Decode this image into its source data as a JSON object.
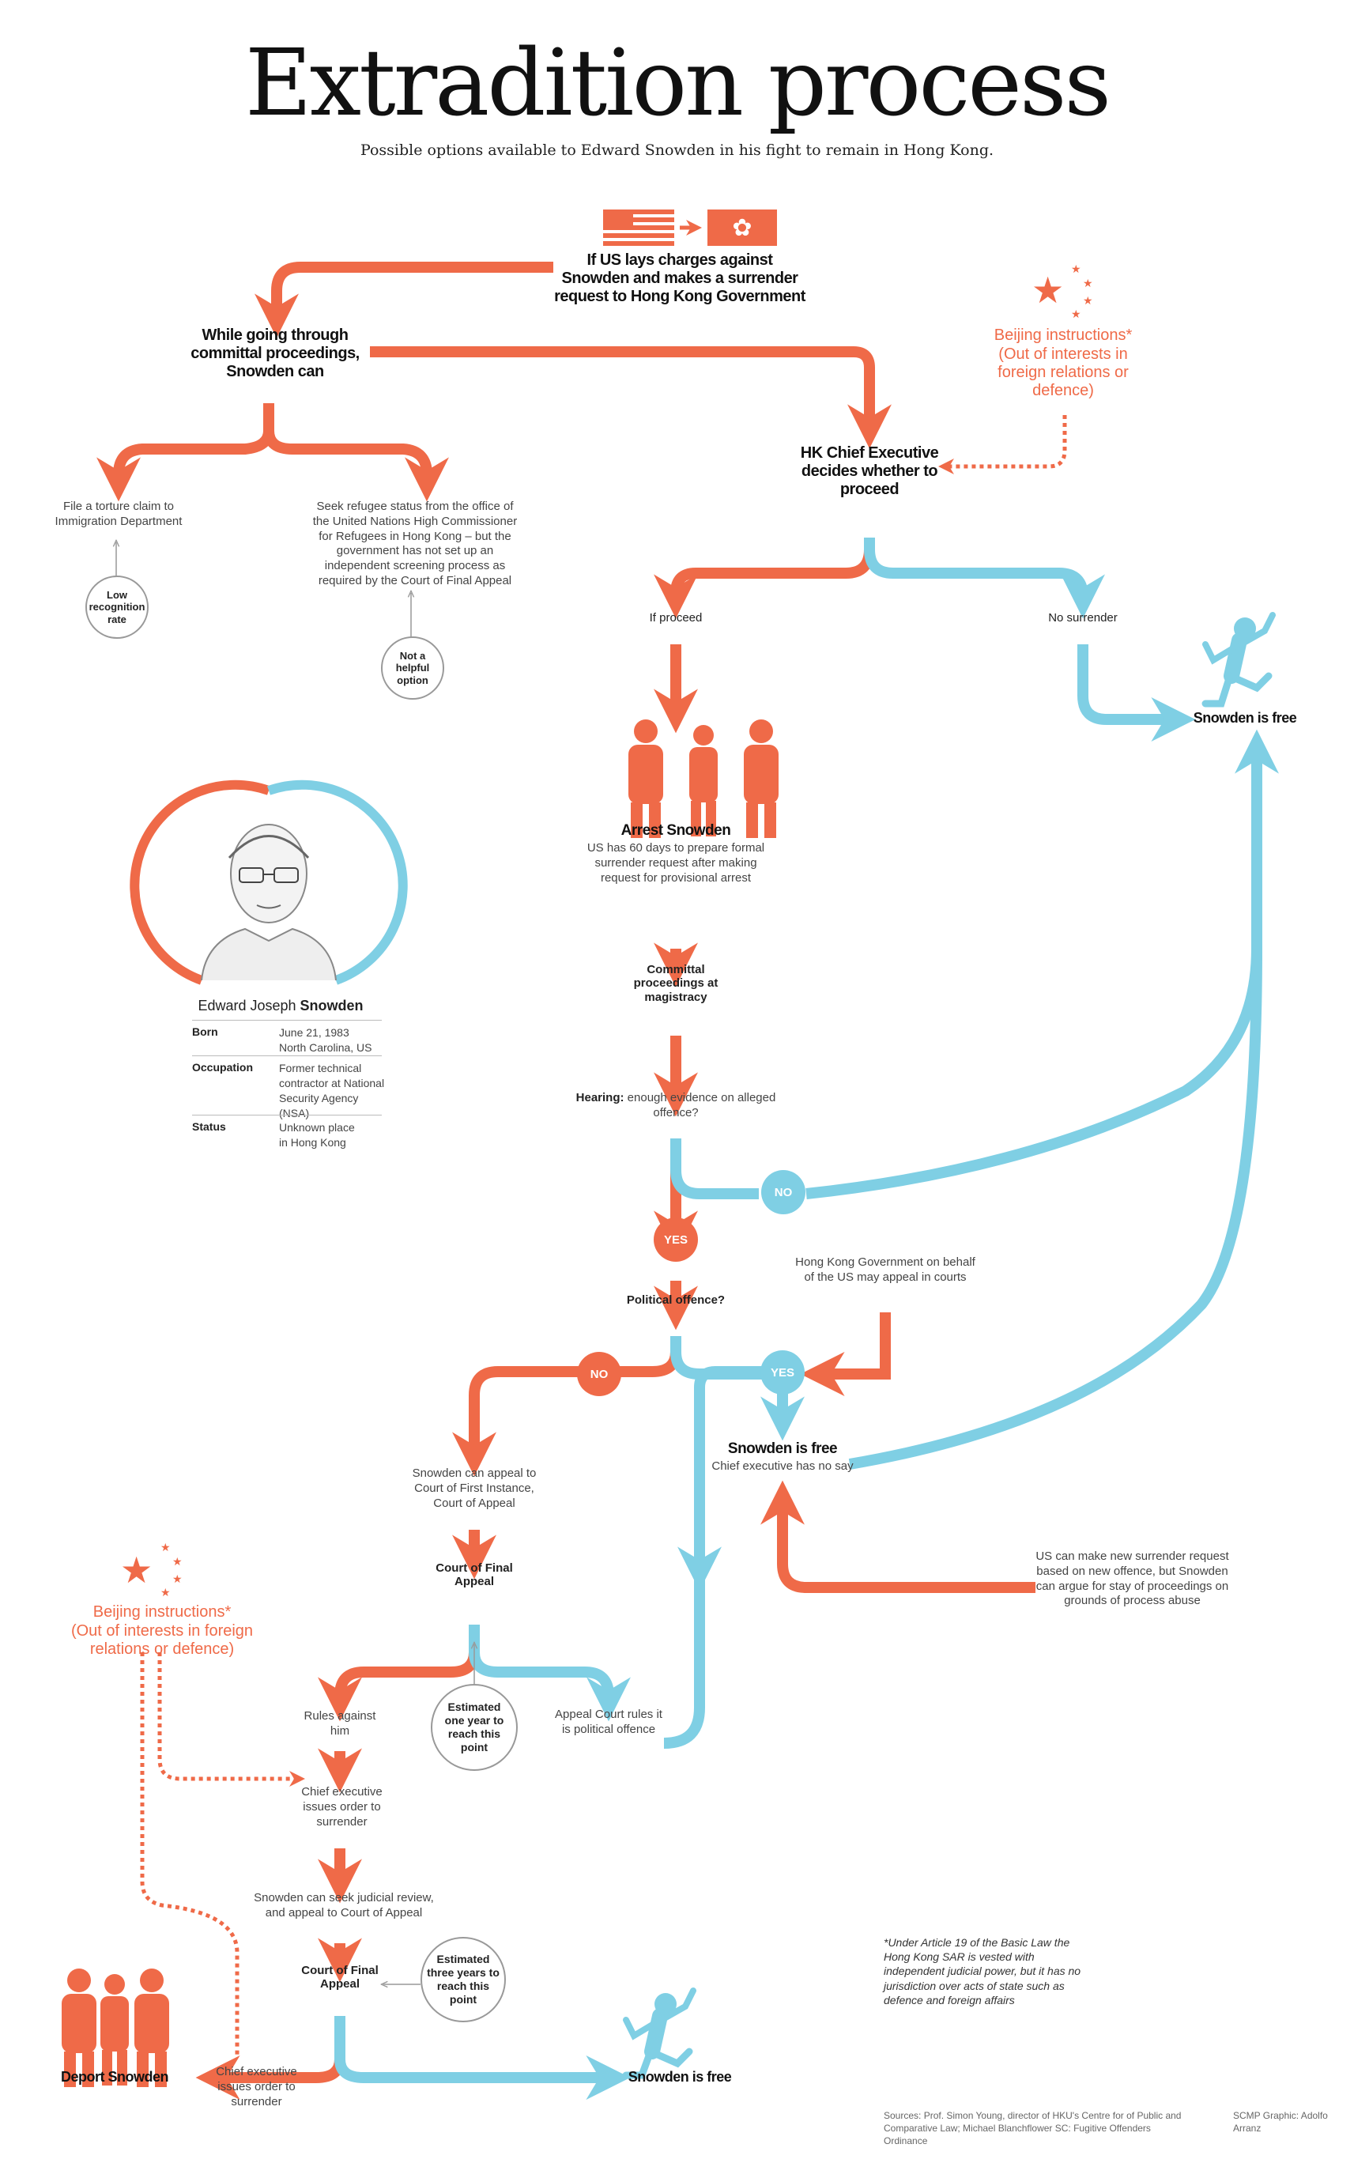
{
  "title": "Extradition process",
  "subtitle": "Possible options available to Edward Snowden in his fight to remain in Hong Kong.",
  "colors": {
    "orange": "#ef6a48",
    "blue": "#7fcfe4",
    "grey": "#999999"
  },
  "nodes": {
    "us_request": "If US lays charges against Snowden and makes a surrender request to Hong Kong Government",
    "committal_options": "While going through committal proceedings, Snowden can",
    "torture_claim": "File a torture claim to Immigration Department",
    "torture_note": "Low recognition rate",
    "refugee_status": "Seek refugee status from the office of the United Nations High Commissioner for Refugees in Hong Kong – but the government has not set up an independent screening process as required by the Court of Final Appeal",
    "refugee_note": "Not a helpful option",
    "beijing_top_title": "Beijing instructions*",
    "beijing_top_sub": "(Out of interests in foreign relations or defence)",
    "chief_exec": "HK Chief Executive decides whether to proceed",
    "if_proceed": "If proceed",
    "no_surrender": "No surrender",
    "free_top": "Snowden is free",
    "arrest_title": "Arrest Snowden",
    "arrest_sub": "US has 60 days to prepare formal surrender request after making request for provisional arrest",
    "committal_mag": "Committal proceedings at magistracy",
    "hearing_bold": "Hearing:",
    "hearing_rest": "enough evidence on alleged offence?",
    "badge_no": "NO",
    "badge_yes": "YES",
    "political": "Political offence?",
    "hk_appeal": "Hong Kong Government on behalf of the US may appeal in courts",
    "free_mid": "Snowden is free",
    "free_mid_sub": "Chief executive has no say",
    "us_new_request": "US can make new surrender request based on new offence, but Snowden can argue for stay of proceedings on grounds of process abuse",
    "appeal_first": "Snowden can appeal to Court of First Instance, Court of Appeal",
    "cfa_1": "Court of Final Appeal",
    "beijing_left_title": "Beijing instructions*",
    "beijing_left_sub": "(Out of interests in foreign relations or defence)",
    "rules_against": "Rules against him",
    "est_one_year": "Estimated one year to reach this point",
    "appeal_court_rules": "Appeal Court rules it is political offence",
    "chief_order_1": "Chief executive issues order to surrender",
    "judicial_review": "Snowden can seek judicial review, and appeal to Court of Appeal",
    "cfa_2": "Court of Final Appeal",
    "est_three_years": "Estimated three years to reach this point",
    "deport": "Deport Snowden",
    "chief_order_2": "Chief executive issues order to surrender",
    "free_bottom": "Snowden is free"
  },
  "profile": {
    "name_first": "Edward Joseph",
    "name_last": "Snowden",
    "rows": [
      {
        "label": "Born",
        "value": "June 21, 1983 North Carolina, US"
      },
      {
        "label": "Occupation",
        "value": "Former technical contractor at National Security Agency (NSA)"
      },
      {
        "label": "Status",
        "value": "Unknown place in Hong Kong"
      }
    ]
  },
  "footnote": "*Under Article 19 of the Basic Law the Hong Kong SAR is vested with independent judicial power, but it has no jurisdiction over acts of state such as defence and foreign affairs",
  "sources": "Sources: Prof. Simon Young, director of HKU's Centre for of Public and Comparative Law; Michael Blanchflower SC: Fugitive Offenders Ordinance",
  "credit": "SCMP Graphic: Adolfo Arranz"
}
